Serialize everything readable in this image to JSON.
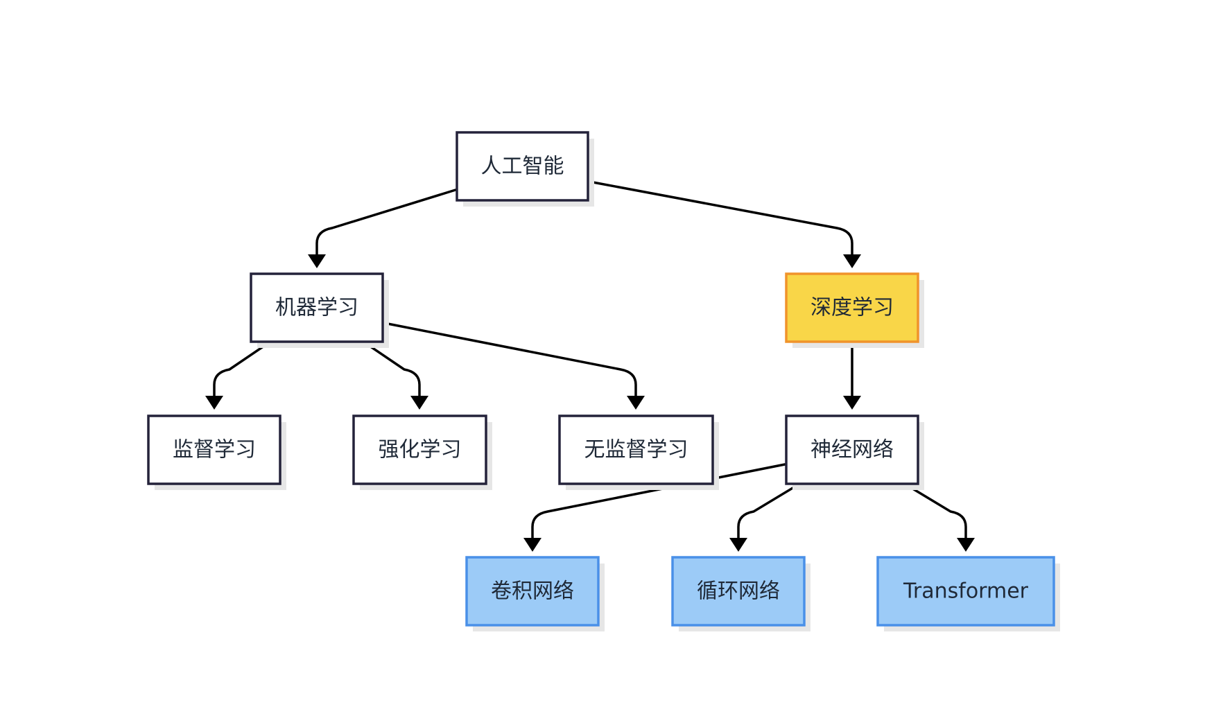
{
  "diagram": {
    "nodes": [
      {
        "id": "ai",
        "label": "人工智能",
        "style": "default"
      },
      {
        "id": "ml",
        "label": "机器学习",
        "style": "default"
      },
      {
        "id": "dl",
        "label": "深度学习",
        "style": "highlight"
      },
      {
        "id": "supervised",
        "label": "监督学习",
        "style": "default"
      },
      {
        "id": "reinforcement",
        "label": "强化学习",
        "style": "default"
      },
      {
        "id": "unsupervised",
        "label": "无监督学习",
        "style": "default"
      },
      {
        "id": "nn",
        "label": "神经网络",
        "style": "default"
      },
      {
        "id": "cnn",
        "label": "卷积网络",
        "style": "leaf"
      },
      {
        "id": "rnn",
        "label": "循环网络",
        "style": "leaf"
      },
      {
        "id": "transformer",
        "label": "Transformer",
        "style": "leaf"
      }
    ],
    "edges": [
      {
        "from": "ai",
        "to": "ml"
      },
      {
        "from": "ai",
        "to": "dl"
      },
      {
        "from": "ml",
        "to": "supervised"
      },
      {
        "from": "ml",
        "to": "reinforcement"
      },
      {
        "from": "ml",
        "to": "unsupervised"
      },
      {
        "from": "dl",
        "to": "nn"
      },
      {
        "from": "nn",
        "to": "cnn"
      },
      {
        "from": "nn",
        "to": "rnn"
      },
      {
        "from": "nn",
        "to": "transformer"
      }
    ],
    "colors": {
      "default_fill": "#ffffff",
      "default_stroke": "#24223a",
      "highlight_fill": "#f9d648",
      "highlight_stroke": "#f0932b",
      "leaf_fill": "#9ccbf7",
      "leaf_stroke": "#4a90e8",
      "edge": "#000000",
      "shadow": "#e6e6e6",
      "text": "#1f2937"
    }
  }
}
